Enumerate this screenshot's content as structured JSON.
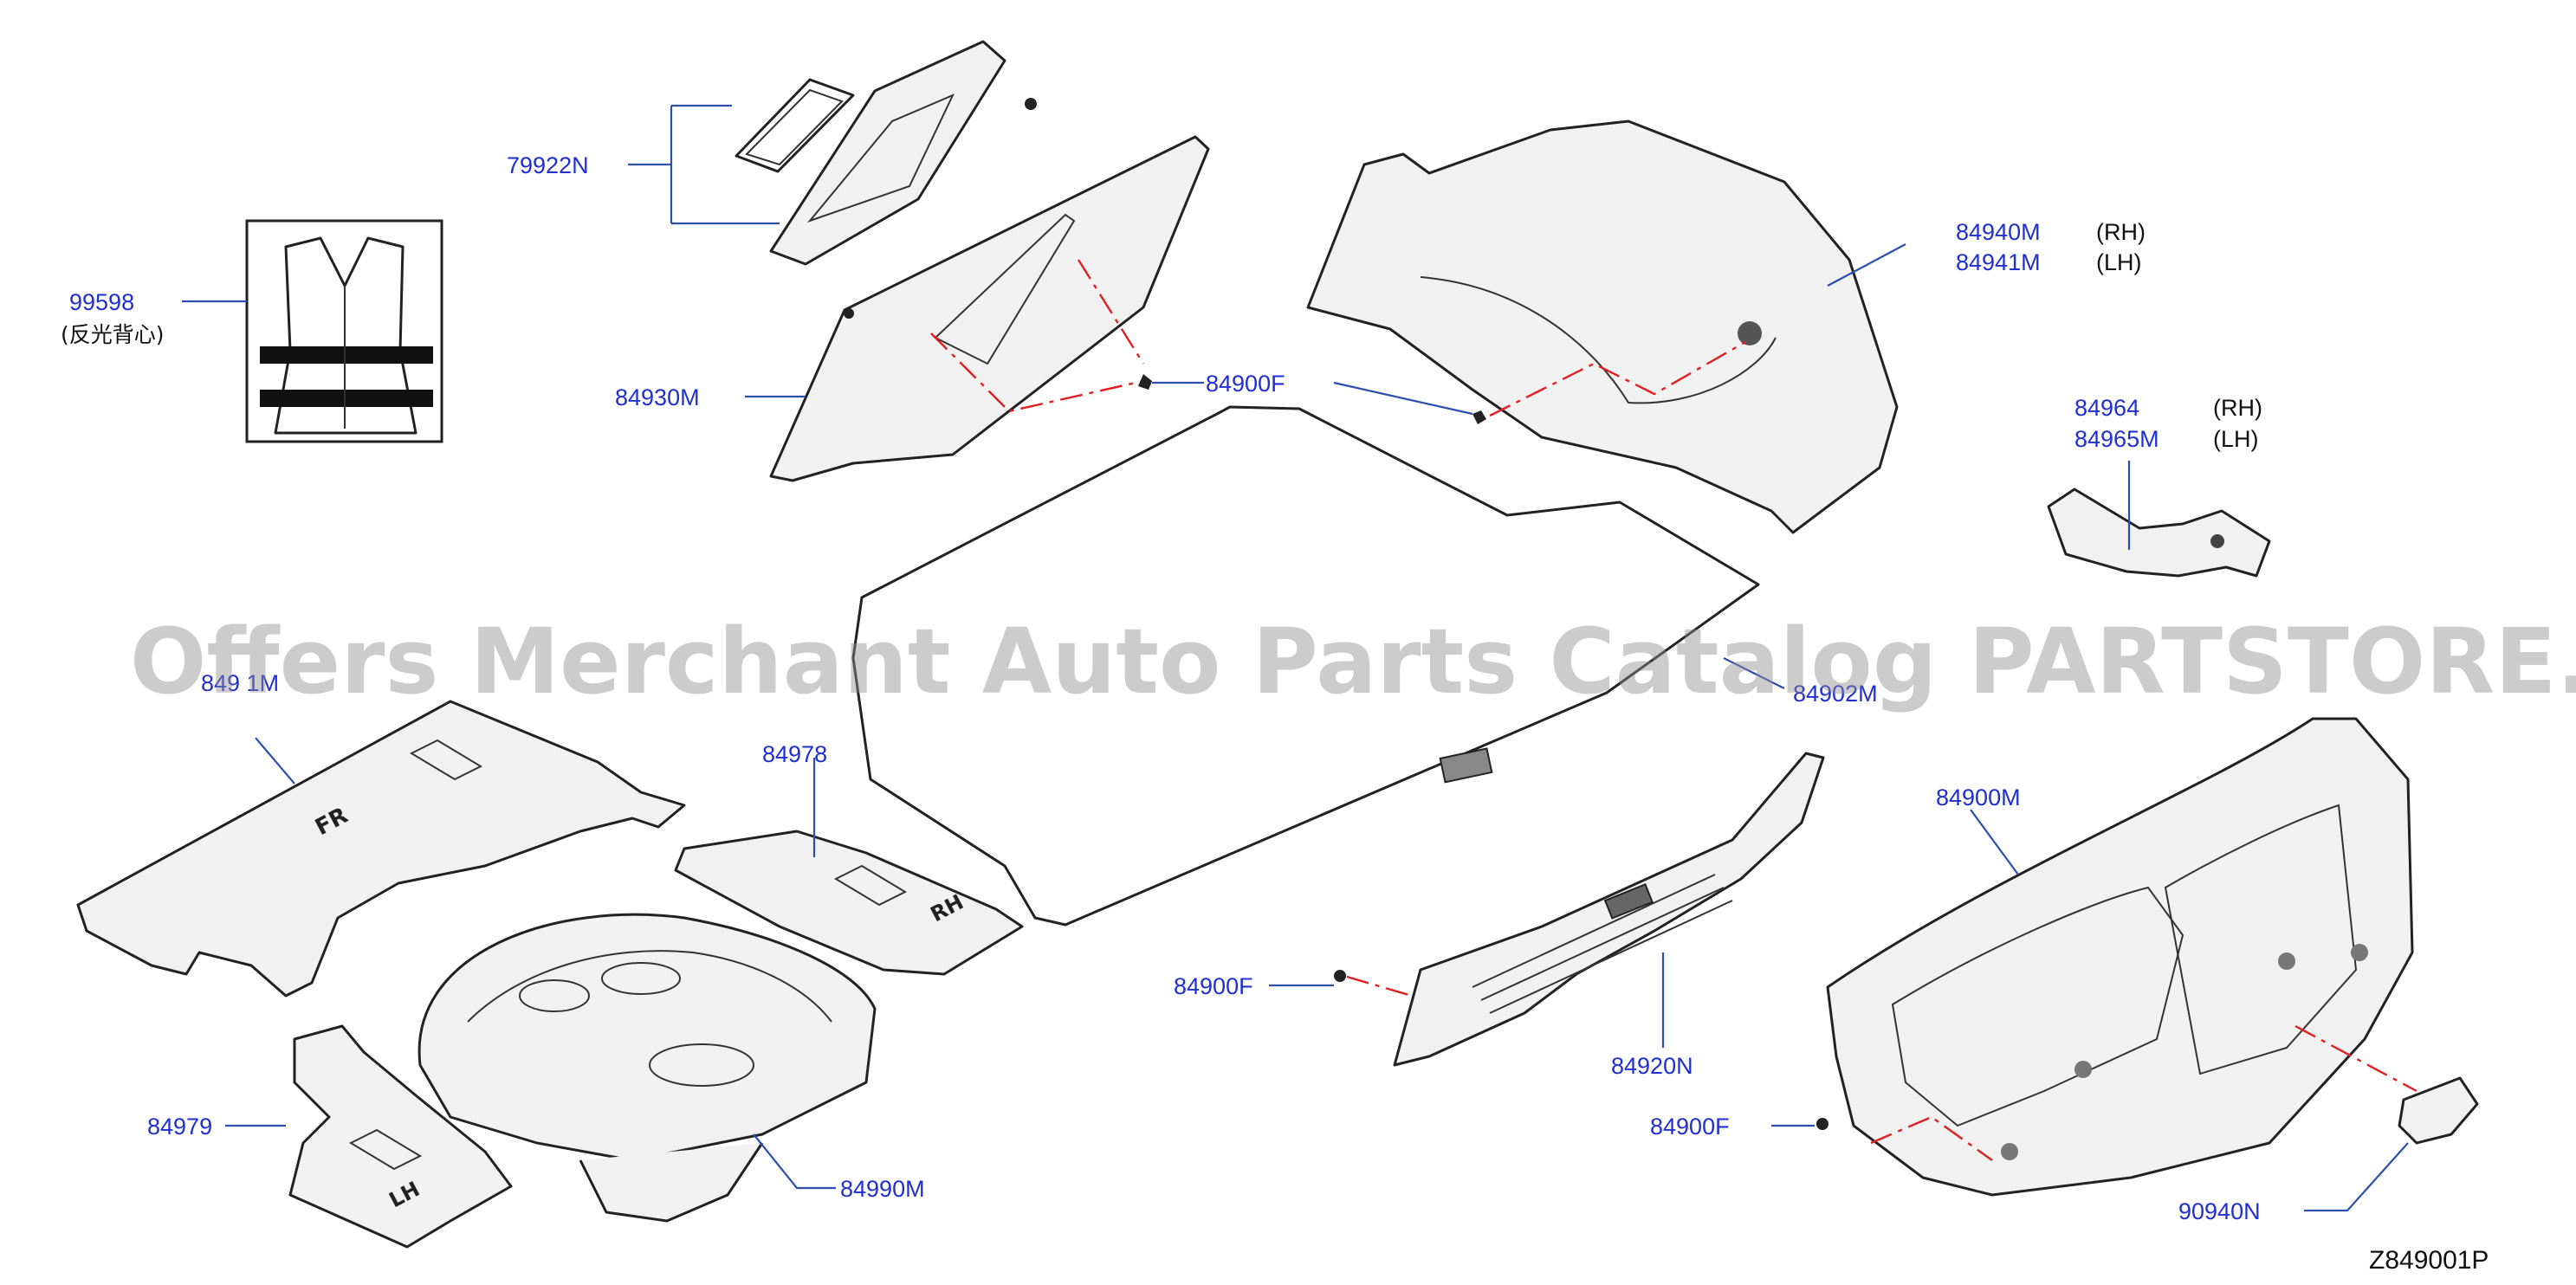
{
  "diagram_code": "Z849001P",
  "watermark": "Offers Merchant Auto Parts Catalog PARTSTORE.SA",
  "callouts": {
    "c79922N": "79922N",
    "c99598": "99598",
    "c99598_note": "(反光背心)",
    "c84930M": "84930M",
    "c84900F_top": "84900F",
    "c84940M": "84940M",
    "c84940M_side": "(RH)",
    "c84941M": "84941M",
    "c84941M_side": "(LH)",
    "c84964": "84964",
    "c84964_side": "(RH)",
    "c84965M": "84965M",
    "c84965M_side": "(LH)",
    "c849xx_left": "849 1M",
    "c84902M": "84902M",
    "c84978": "84978",
    "c84900M": "84900M",
    "c84900F_mid": "84900F",
    "c84920N": "84920N",
    "c84900F_bot": "84900F",
    "c84979": "84979",
    "c84990M": "84990M",
    "c90940N": "90940N"
  },
  "panel_marks": {
    "fr": "FR",
    "rh": "RH",
    "lh": "LH"
  },
  "colors": {
    "callout_text": "#1f2fd1",
    "leader": "#2a4fb0",
    "fastener_path": "#e02020",
    "line_art": "#222222"
  }
}
